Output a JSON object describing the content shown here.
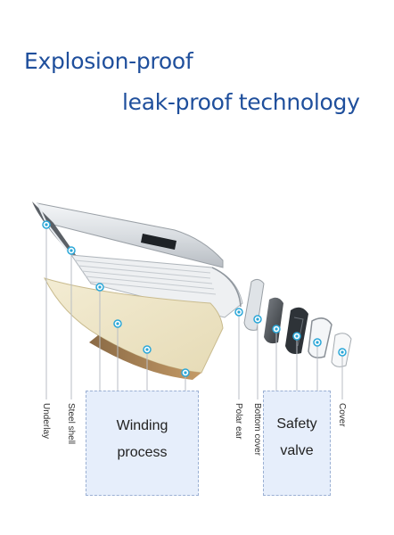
{
  "title": {
    "line1": "Explosion-proof",
    "line2": "leak-proof technology"
  },
  "labels": {
    "underlay": "Underlay",
    "steel_shell": "Steel shell",
    "polar_ear": "Polar ear",
    "bottom_cover": "Bottom cover",
    "cover": "Cover"
  },
  "boxes": {
    "winding_line1": "Winding",
    "winding_line2": "process",
    "safety_line1": "Safety",
    "safety_line2": "valve"
  },
  "colors": {
    "title": "#1f4f9c",
    "marker": "#2aa7d8",
    "box_fill": "#e6eefb"
  }
}
